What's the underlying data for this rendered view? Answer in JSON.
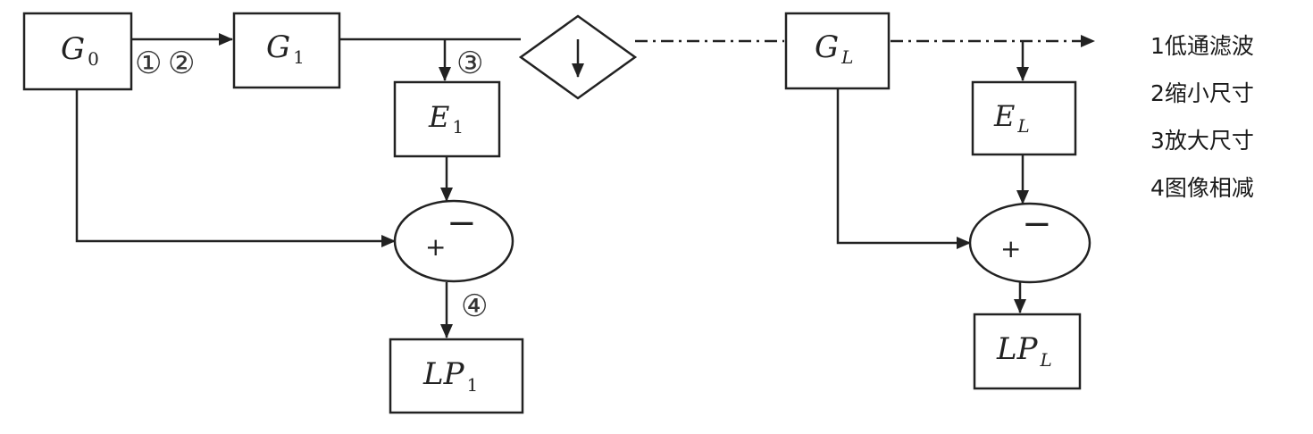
{
  "diagram": {
    "blocks": {
      "g0": {
        "main": "G",
        "sub": "0"
      },
      "g1": {
        "main": "G",
        "sub": "1"
      },
      "gl": {
        "main": "G",
        "sub": "L"
      },
      "e1": {
        "main": "E",
        "sub": "1"
      },
      "el": {
        "main": "E",
        "sub": "L"
      },
      "lp1": {
        "main": "LP",
        "sub": "1"
      },
      "lpl": {
        "main": "LP",
        "sub": "L"
      }
    },
    "step_markers": [
      "①",
      "②",
      "③",
      "④"
    ],
    "summer": {
      "plus": "+",
      "minus": "−"
    },
    "downsample_symbol": "↓"
  },
  "legend": [
    "1低通滤波",
    "2缩小尺寸",
    "3放大尺寸",
    "4图像相减"
  ]
}
